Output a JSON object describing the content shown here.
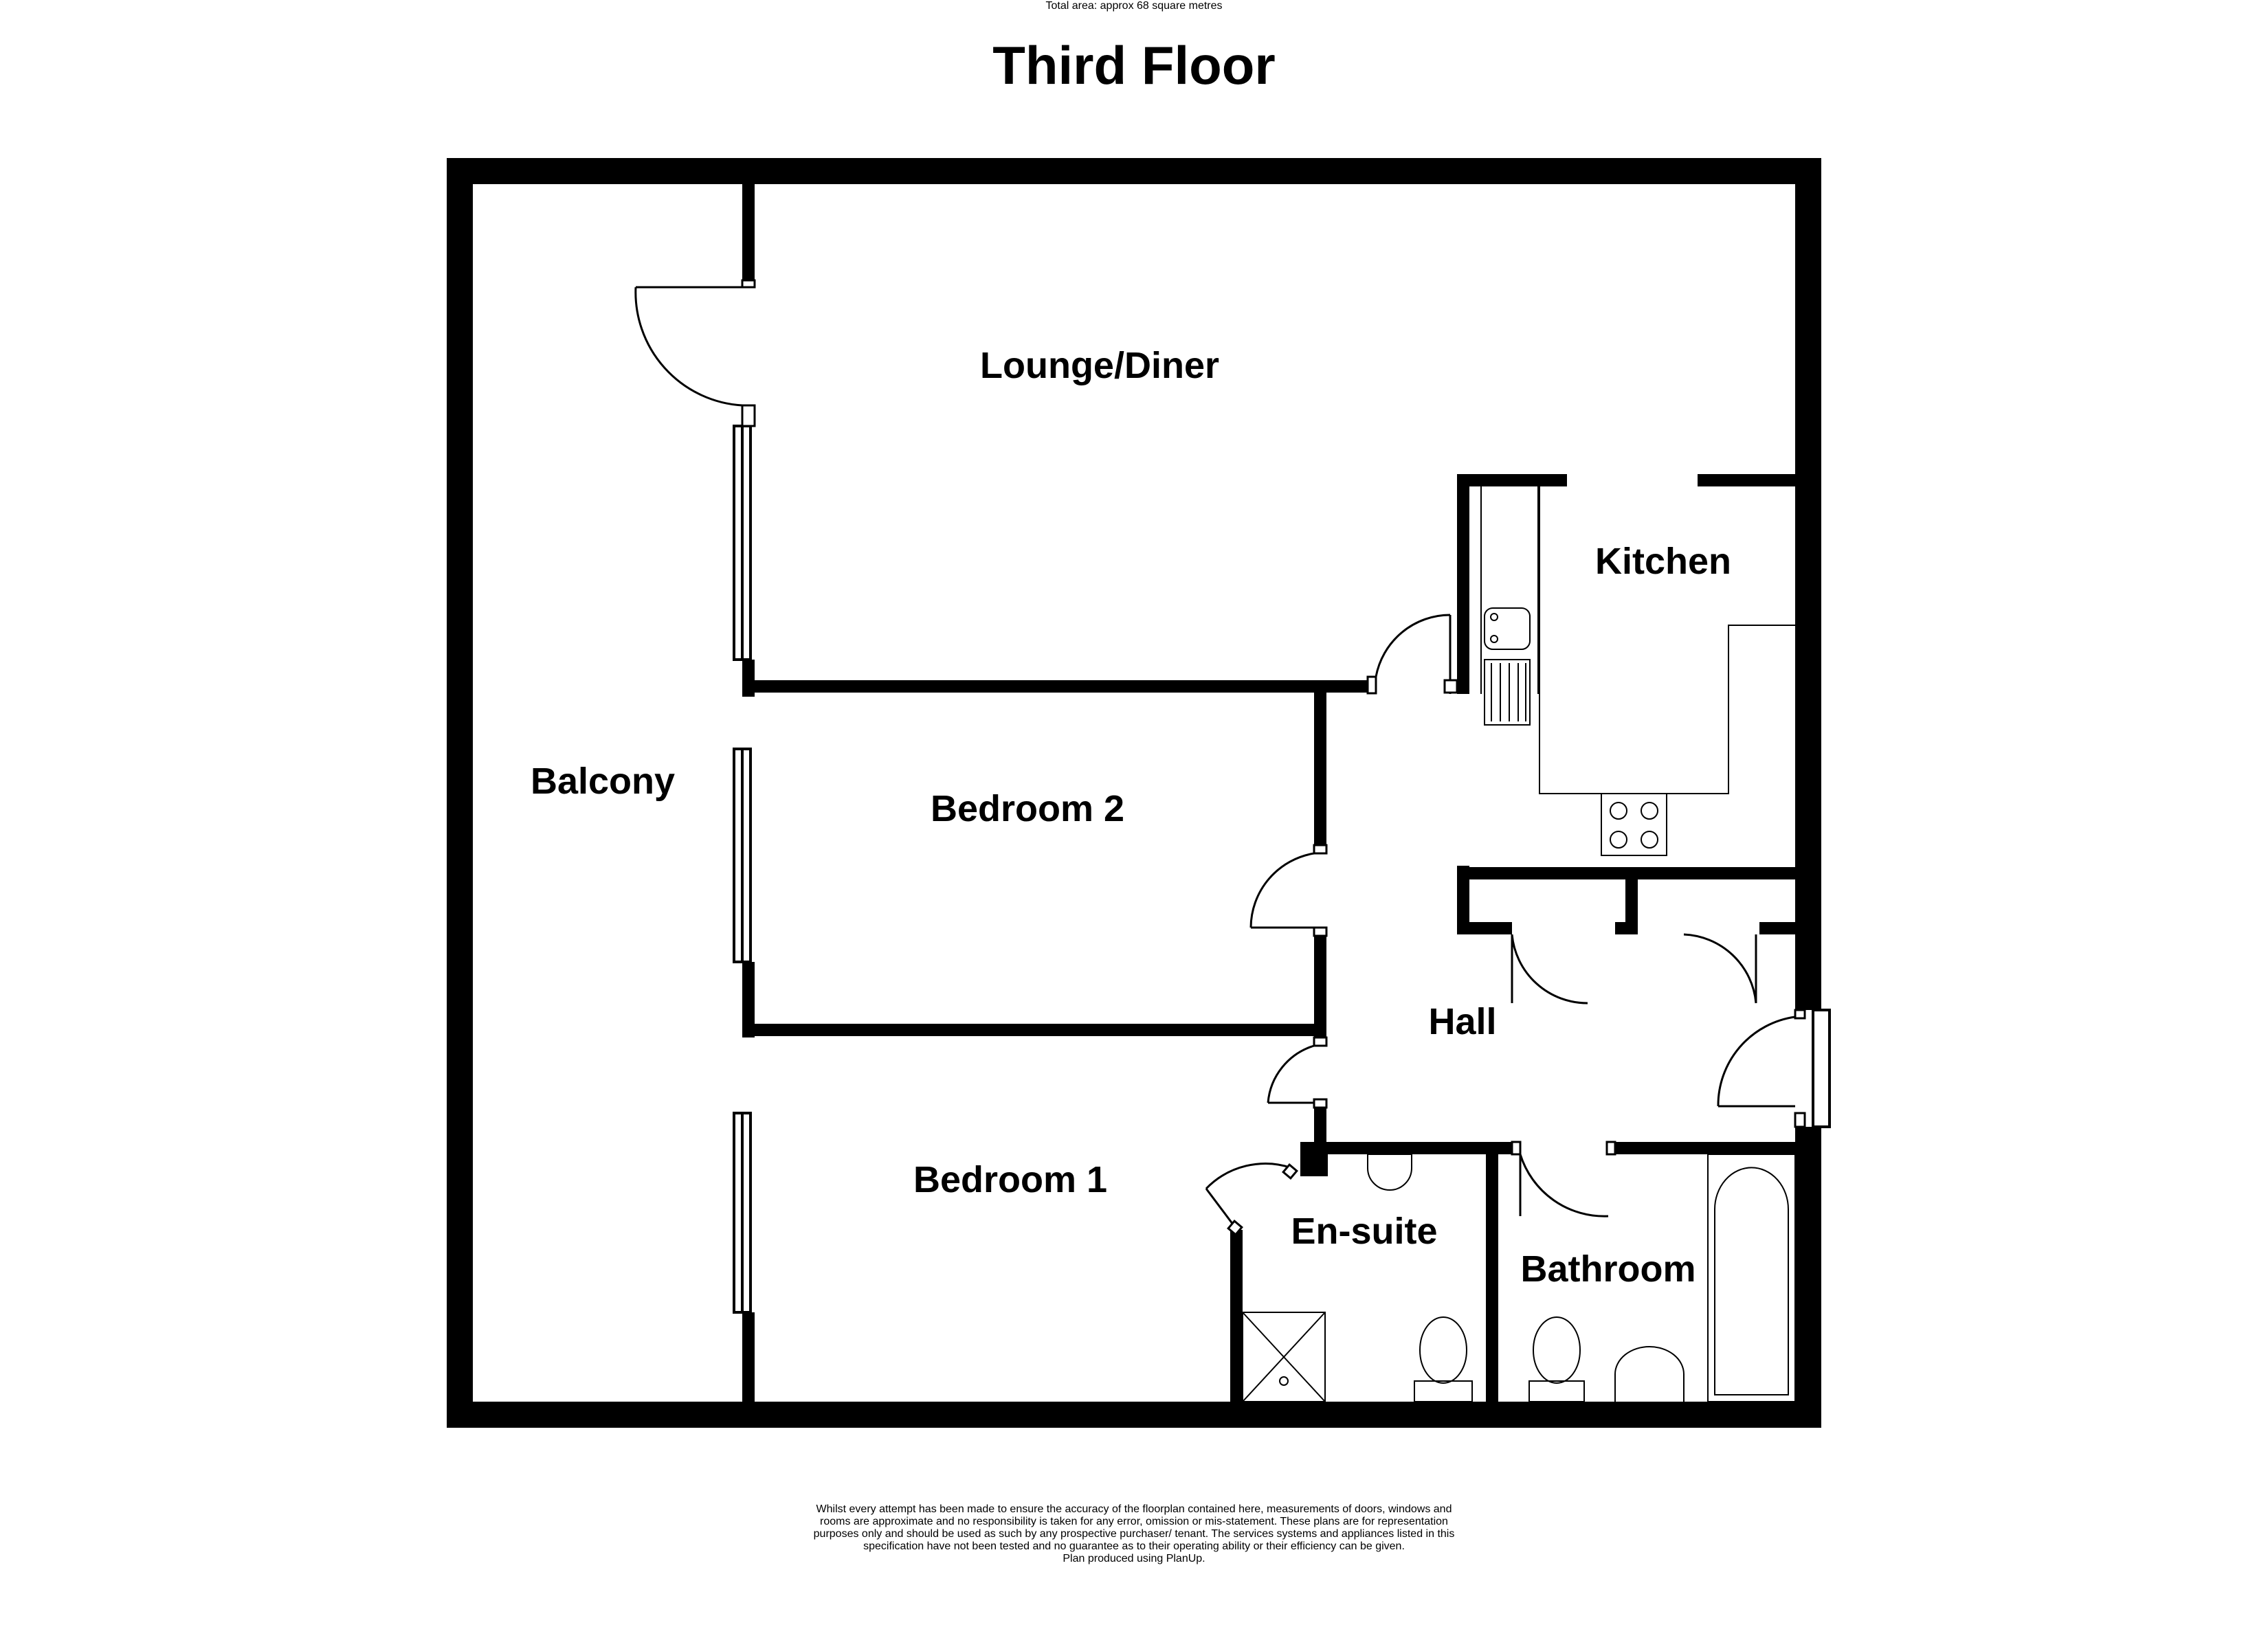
{
  "title": "Third Floor",
  "rooms": {
    "lounge": "Lounge/Diner",
    "kitchen": "Kitchen",
    "balcony": "Balcony",
    "bedroom2": "Bedroom 2",
    "hall": "Hall",
    "bedroom1": "Bedroom 1",
    "ensuite": "En-suite",
    "bathroom": "Bathroom"
  },
  "footer": {
    "total_area": "Total area: approx 68 square metres",
    "disclaimer_lines": [
      "Whilst every attempt has been made to ensure the accuracy of the floorplan contained here, measurements of doors, windows and",
      "rooms are approximate and no responsibility is taken for any error, omission or mis-statement. These plans are for representation",
      "purposes only and should be used as such by any prospective purchaser/ tenant. The services systems and appliances listed in this",
      "specification have not been tested and no guarantee as to their operating ability or their efficiency can be given."
    ],
    "produced_by": "Plan produced using PlanUp."
  }
}
